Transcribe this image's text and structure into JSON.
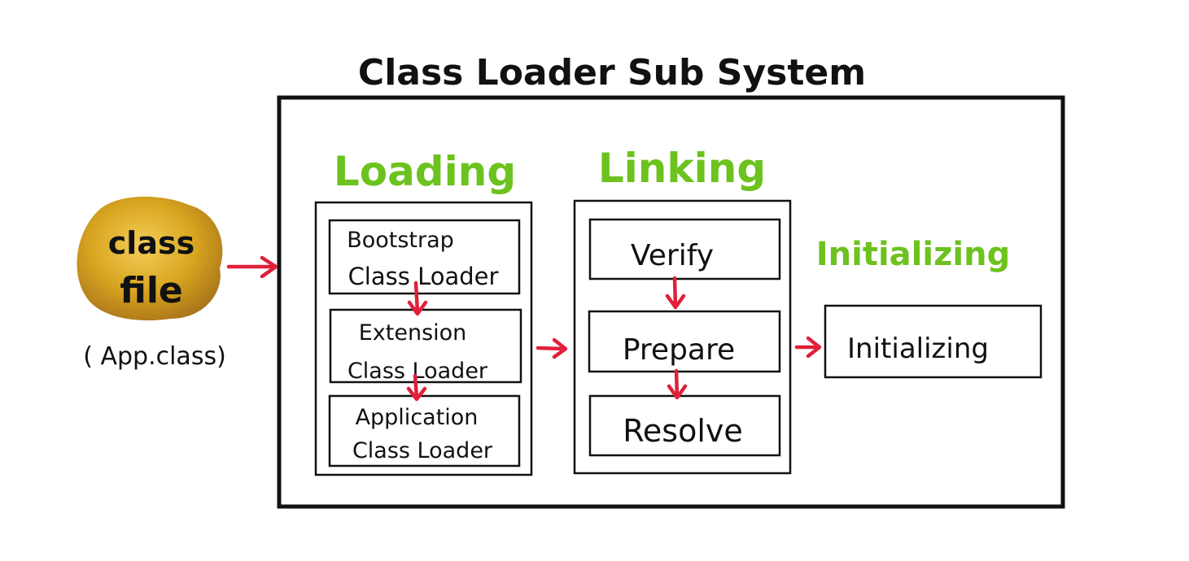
{
  "title": "Class Loader Sub System",
  "input": {
    "label_line1": "class",
    "label_line2": "file",
    "caption": "( App.class)"
  },
  "stages": {
    "loading": {
      "heading": "Loading",
      "steps": [
        {
          "line1": "Bootstrap",
          "line2": "Class Loader"
        },
        {
          "line1": "Extension",
          "line2": "Class Loader"
        },
        {
          "line1": "Application",
          "line2": "Class Loader"
        }
      ]
    },
    "linking": {
      "heading": "Linking",
      "steps": [
        "Verify",
        "Prepare",
        "Resolve"
      ]
    },
    "initializing": {
      "heading": "Initializing",
      "step": "Initializing"
    }
  },
  "colors": {
    "heading_green": "#6cc21e",
    "arrow_red": "#e0203a",
    "badge_gold": "#d6a21e",
    "outline": "#111111"
  }
}
